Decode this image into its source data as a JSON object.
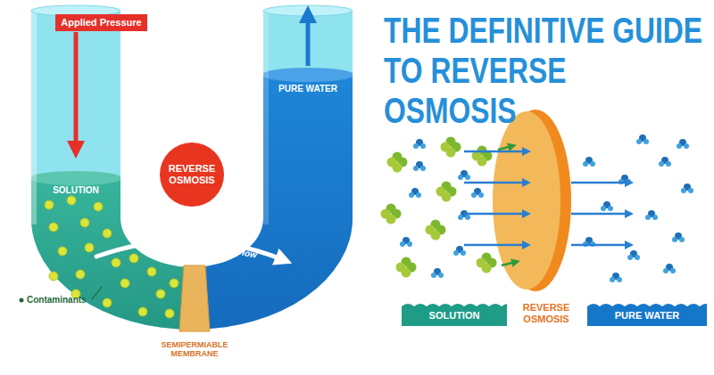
{
  "diagram": {
    "title": "THE DEFINITIVE GUIDE TO REVERSE OSMOSIS",
    "nodes": [
      {
        "text": [
          "Applied Pressure"
        ]
      },
      {
        "text": [
          "REVERSE OSMOSIS"
        ]
      },
      {
        "text": [
          "SOLUTION"
        ]
      },
      {
        "text": [
          "PURE WATER"
        ]
      }
    ],
    "labels": [
      "SOLUTION",
      "PURE WATER",
      "Contaminants",
      "Water Flow",
      "SEMIPERMIABLE MEMBRANE",
      "REVERSE OSMOSIS"
    ]
  }
}
